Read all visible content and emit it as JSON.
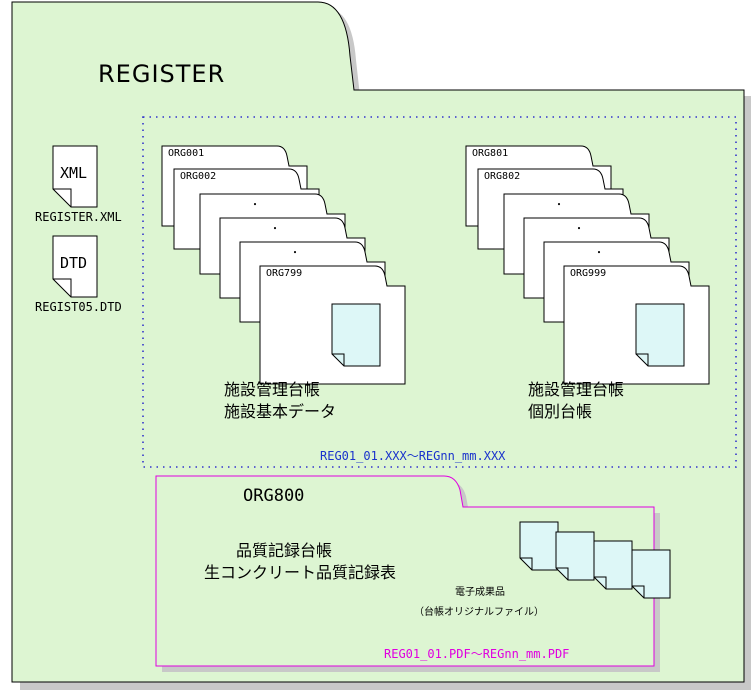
{
  "root_folder": {
    "label": "REGISTER"
  },
  "files": {
    "xml": {
      "icon_label": "XML",
      "filename": "REGISTER.XML"
    },
    "dtd": {
      "icon_label": "DTD",
      "filename": "REGIST05.DTD"
    }
  },
  "group_left": {
    "folders": [
      "ORG001",
      "ORG002",
      "・",
      "・",
      "・",
      "ORG799"
    ],
    "caption_line1": "施設管理台帳",
    "caption_line2": "施設基本データ"
  },
  "group_right": {
    "folders": [
      "ORG801",
      "ORG802",
      "・",
      "・",
      "・",
      "ORG999"
    ],
    "caption_line1": "施設管理台帳",
    "caption_line2": "個別台帳"
  },
  "reg_range": "REG01_01.XXX～REGnn_mm.XXX",
  "org800": {
    "label": "ORG800",
    "caption_line1": "品質記録台帳",
    "caption_line2": "生コンクリート品質記録表",
    "deliverable_label": "電子成果品",
    "deliverable_sub": "（台帳オリジナルファイル）",
    "pdf_range": "REG01_01.PDF～REGnn_mm.PDF"
  },
  "colors": {
    "folder_fill": "#ddf5d2",
    "doc_fill": "#ddf7f7",
    "shadow": "#c8c8c8",
    "dotted_box": "#3333cc",
    "range_text_blue": "#1a33cc",
    "org800_border": "#e000e0",
    "range_text_magenta": "#e000e0"
  }
}
